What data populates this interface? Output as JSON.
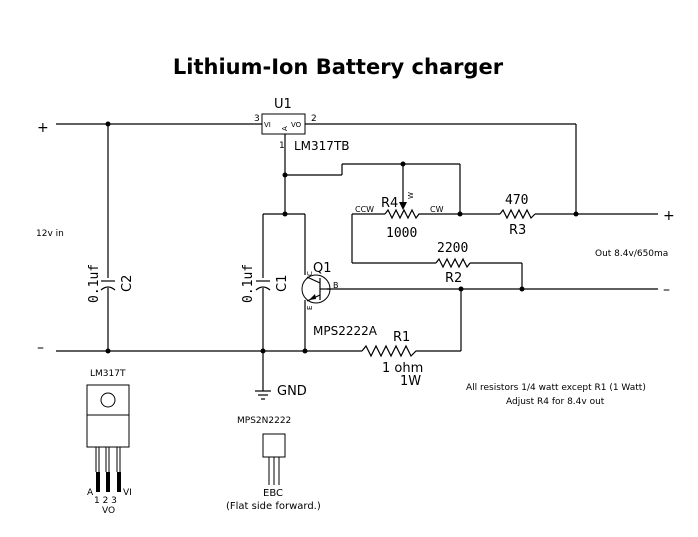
{
  "title": "Lithium-Ion Battery charger",
  "input": {
    "plus": "+",
    "minus": "–",
    "label": "12v in"
  },
  "output": {
    "plus": "+",
    "minus": "–",
    "label": "Out 8.4v/650ma"
  },
  "components": {
    "u1": {
      "ref": "U1",
      "part": "LM317TB",
      "pin_vi": "VI",
      "pin_vo": "VO",
      "pin_a": "A",
      "pin1": "1",
      "pin2": "2",
      "pin3": "3"
    },
    "c1": {
      "ref": "C1",
      "value": "0.1uf"
    },
    "c2": {
      "ref": "C2",
      "value": "0.1uf"
    },
    "q1": {
      "ref": "Q1",
      "part": "MPS2222A",
      "pin_c": "C",
      "pin_b": "B",
      "pin_e": "E"
    },
    "r1": {
      "ref": "R1",
      "value": "1 ohm",
      "rating": "1W"
    },
    "r2": {
      "ref": "R2",
      "value": "2200"
    },
    "r3": {
      "ref": "R3",
      "value": "470"
    },
    "r4": {
      "ref": "R4",
      "value": "1000",
      "ccw": "CCW",
      "cw": "CW",
      "w": "W"
    },
    "gnd": {
      "label": "GND"
    }
  },
  "notes": {
    "line1": "All resistors 1/4 watt except R1 (1 Watt)",
    "line2": "Adjust R4 for 8.4v out"
  },
  "packages": {
    "lm317t": {
      "label": "LM317T",
      "pin_a": "A",
      "pin_vi": "VI",
      "pins": "1 2 3",
      "pin_vo": "VO"
    },
    "mps2n2222": {
      "label": "MPS2N2222",
      "pins": "EBC",
      "note": "(Flat side forward.)"
    }
  }
}
